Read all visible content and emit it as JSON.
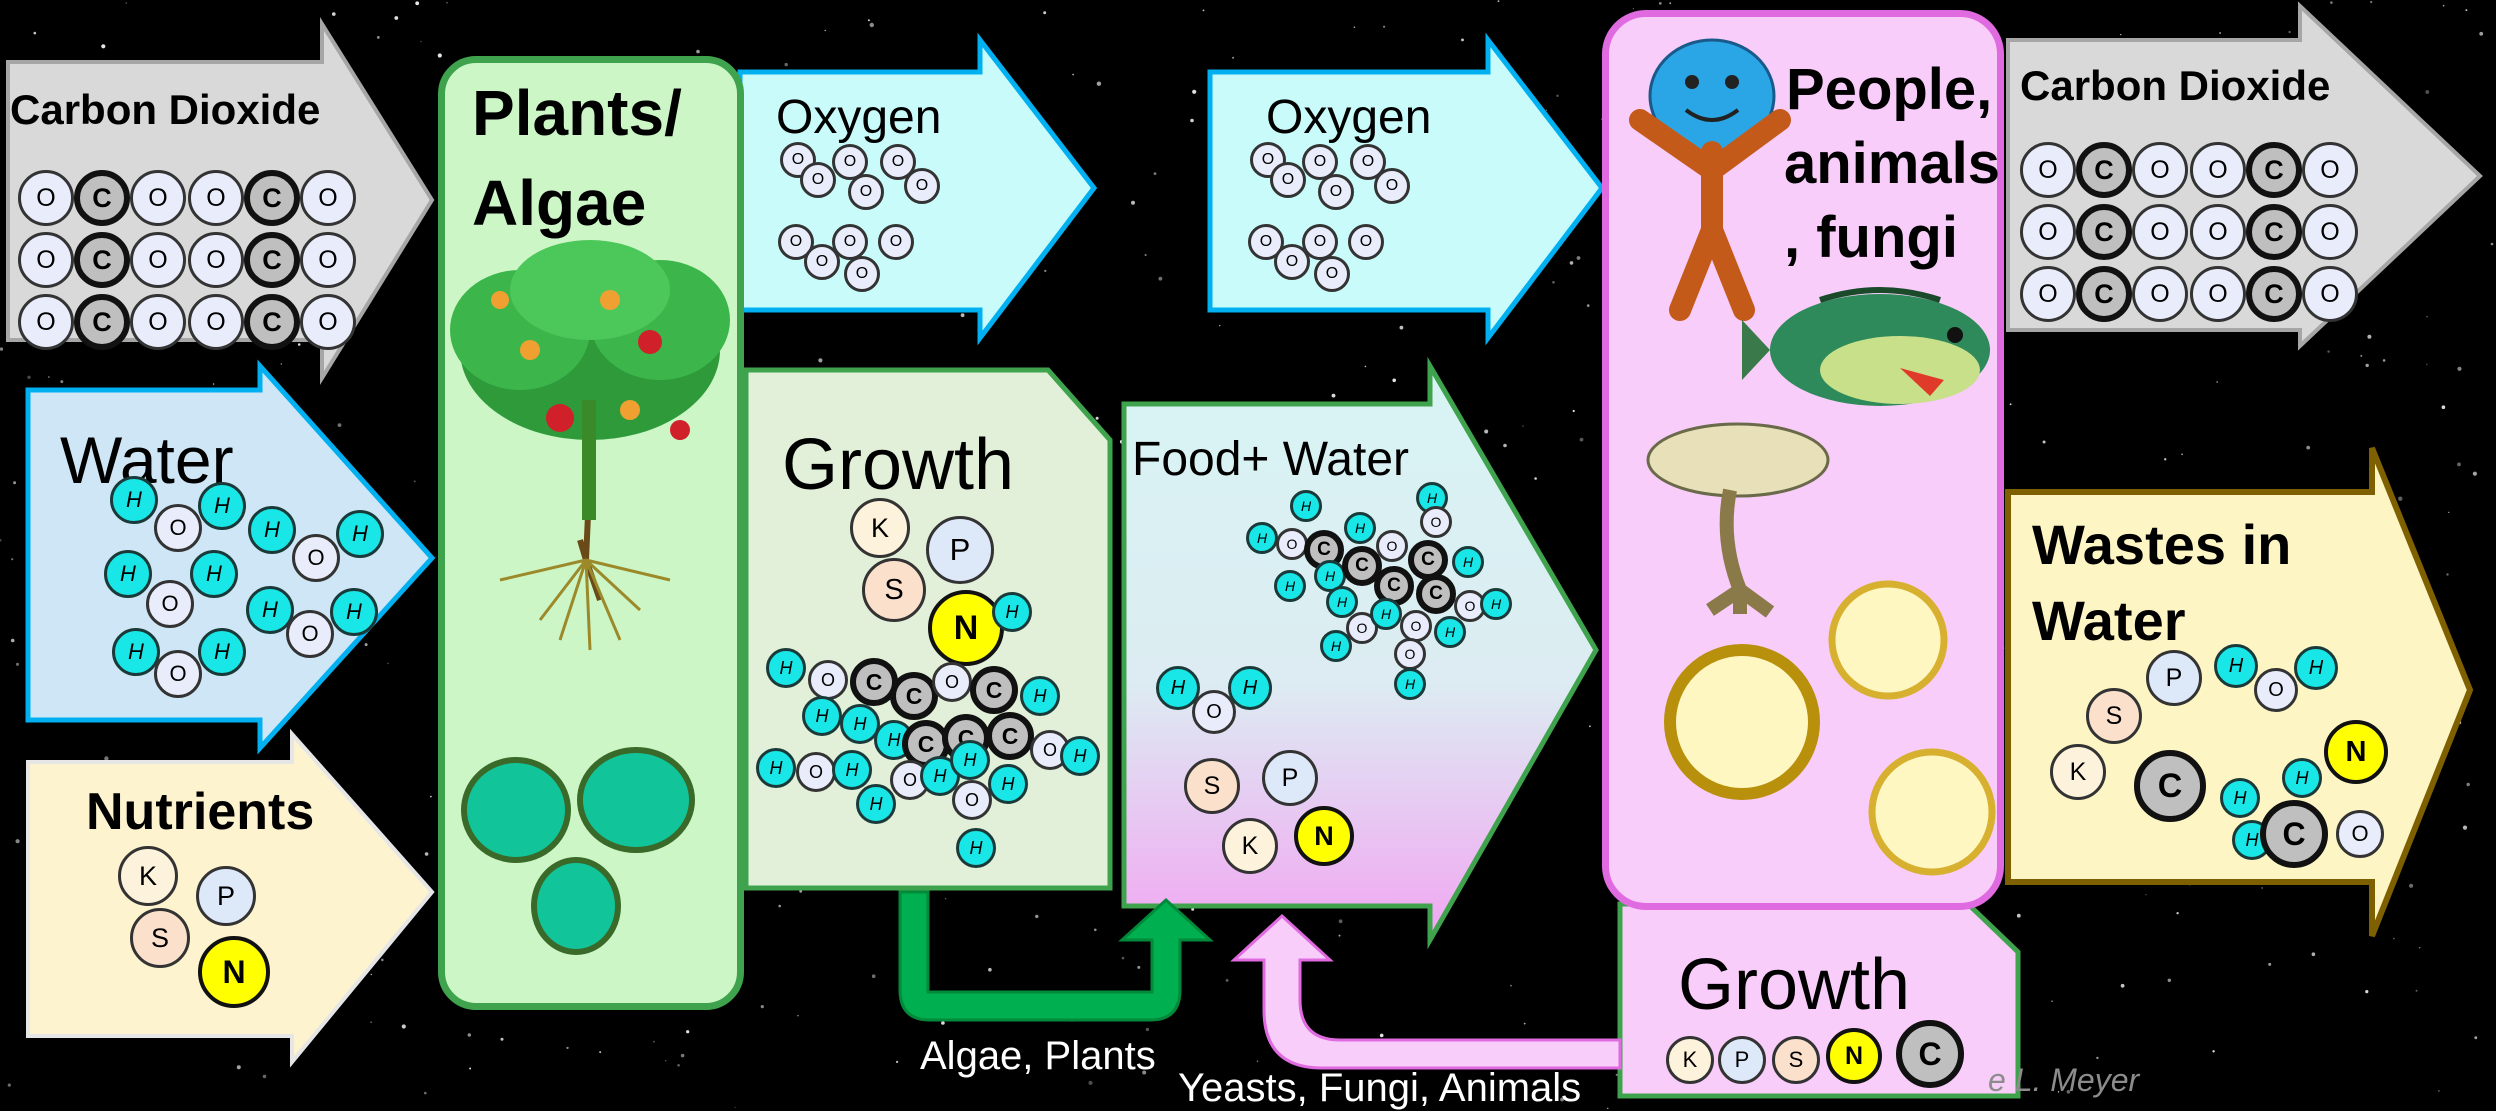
{
  "diagram": {
    "inputs": {
      "carbon_dioxide": "Carbon Dioxide",
      "water": "Water",
      "nutrients": "Nutrients"
    },
    "producers": {
      "label": "Plants/ Algae",
      "line1": "Plants/",
      "line2": "Algae"
    },
    "oxygen_left": "Oxygen",
    "oxygen_right": "Oxygen",
    "growth_plants": "Growth",
    "food_water": "Food+ Water",
    "consumers": {
      "line1": "People,",
      "line2": "animals",
      "line3": ", fungi"
    },
    "carbon_dioxide_out": "Carbon Dioxide",
    "wastes": {
      "line1": "Wastes in",
      "line2": "Water"
    },
    "growth_consumers": "Growth",
    "arrow_labels": {
      "algae_plants": "Algae, Plants",
      "yeasts_fungi_animals": "Yeasts, Fungi, Animals"
    },
    "credit": "e L. Meyer",
    "atoms": {
      "O": "O",
      "C": "C",
      "H": "H",
      "N": "N",
      "P": "P",
      "K": "K",
      "S": "S"
    }
  },
  "colors": {
    "co2_fill": "#d9d9d9",
    "water_fill": "#cfe6f6",
    "nutrients_fill": "#fdf3cf",
    "plants_fill": "#ccf6c6",
    "plants_border": "#3fa34d",
    "oxygen_fill": "#c9fbfb",
    "growth_fill": "#e2f0d9",
    "consumers_fill": "#f9cdf9",
    "wastes_fill": "#fdf6c4",
    "hydrogen": "#19e6e6",
    "nitrogen": "#ffff00",
    "carbon": "#bfbfbf"
  }
}
